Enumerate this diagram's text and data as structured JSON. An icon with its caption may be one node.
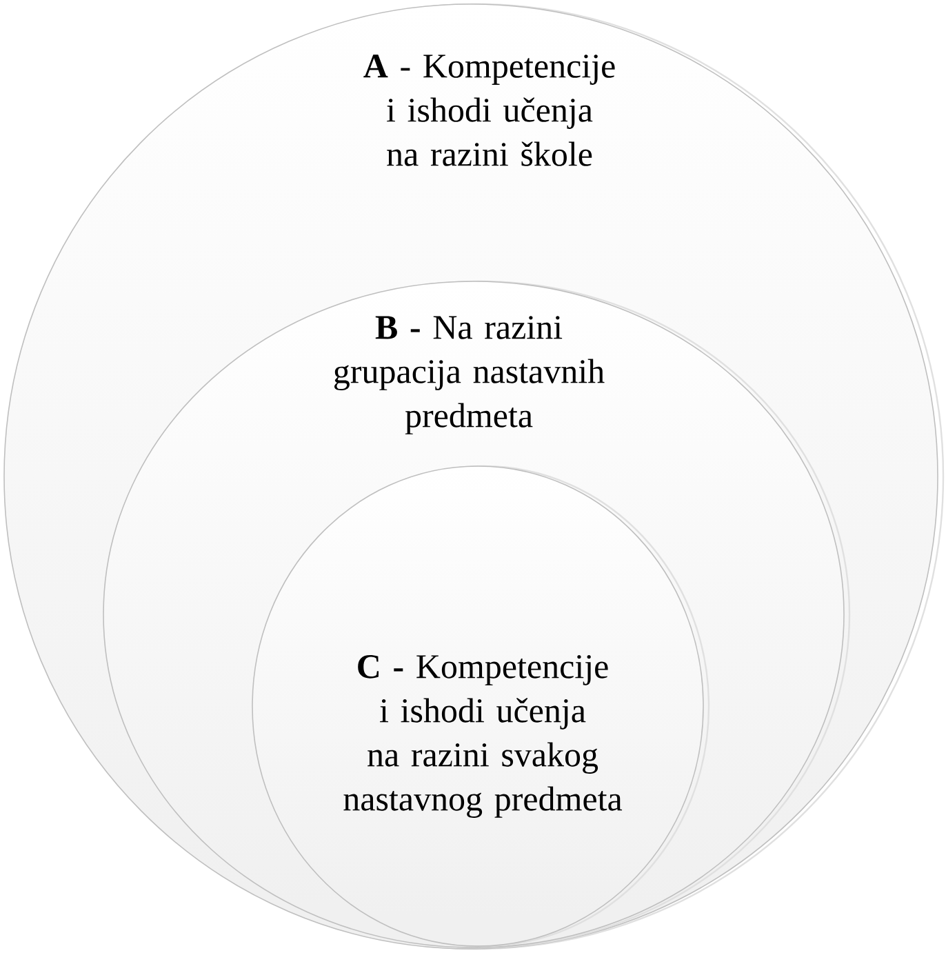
{
  "diagram": {
    "nodes": [
      {
        "text": [
          "**A** - Kompetencije i ishodi učenja na razini škole"
        ]
      },
      {
        "text": [
          "**B -** Na razini grupacija nastavnih predmeta"
        ],
        "in": 0
      },
      {
        "text": [
          "**C -** Kompetencije i ishodi učenja na razini svakog nastavnog predmeta"
        ],
        "in": 1
      }
    ]
  }
}
